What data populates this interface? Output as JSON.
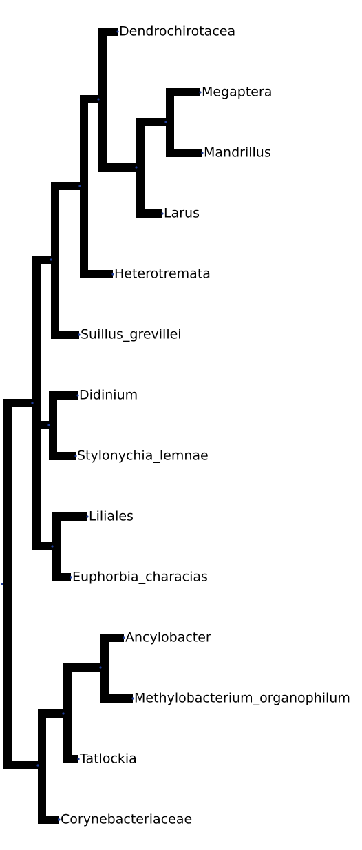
{
  "tree": {
    "colors": {
      "branch": "#000000",
      "node": "#1f3d99",
      "background": "#ffffff"
    },
    "taxa": [
      "Dendrochirotacea",
      "Megaptera",
      "Mandrillus",
      "Larus",
      "Heterotremata",
      "Suillus_grevillei",
      "Didinium",
      "Stylonychia_lemnae",
      "Liliales",
      "Euphorbia_characias",
      "Ancylobacter",
      "Methylobacterium_organophilum",
      "Tatlockia",
      "Corynebacteriaceae"
    ]
  }
}
